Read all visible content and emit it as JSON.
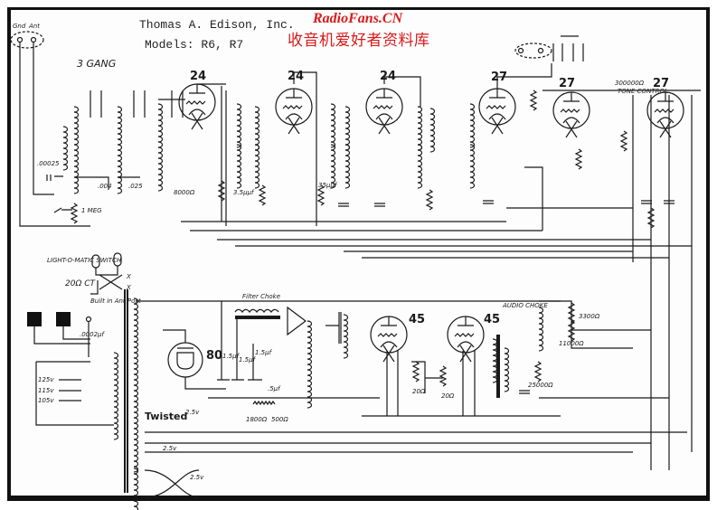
{
  "header": {
    "manufacturer": "Thomas A. Edison, Inc.",
    "models": "Models: R6, R7"
  },
  "watermark": {
    "site": "RadioFans.CN",
    "subtitle": "收音机爱好者资料库",
    "color": "#d81a1a"
  },
  "terminals": {
    "gnd": "Gnd",
    "ant": "Ant"
  },
  "labels": {
    "three_gang": "3 GANG",
    "antenna_cap": ".00025",
    "cap_004": ".004",
    "cap_025": ".025",
    "res_8000": "8000Ω",
    "res_1meg": "1 MEG",
    "cap_3_5": "3.5μμf",
    "cap_35": "35μμf",
    "lightomatic_switch": "LIGHT-O-MATIC SWITCH",
    "res_20ct": "20Ω CT",
    "built_in_ant": "Built in Ant Post",
    "cap_0002": ".0002μf",
    "tap_125": "125v",
    "tap_115": "115v",
    "tap_105": "105v",
    "twisted": "Twisted",
    "v25a": "2.5v",
    "v25b": "2.5v",
    "v25c": "2.5v",
    "x1": "X",
    "x2": "X",
    "filter_choke": "Filter Choke",
    "cap_15a": "1.5μf",
    "cap_15b": "1.5μf",
    "cap_15c": "1.5μf",
    "cap_5": ".5μf",
    "res_1800": "1800Ω",
    "res_500": "500Ω",
    "res_20a": "20Ω",
    "res_20b": "20Ω",
    "audio_choke": "AUDIO CHOKE",
    "res_11000": "11000Ω",
    "res_3300": "3300Ω",
    "res_25000": "25000Ω",
    "res_300000": "300000Ω",
    "tone_control": "TONE CONTROL"
  },
  "tubes": [
    {
      "id": "v1",
      "type": "24"
    },
    {
      "id": "v2",
      "type": "24"
    },
    {
      "id": "v3",
      "type": "24"
    },
    {
      "id": "v4",
      "type": "27"
    },
    {
      "id": "v5",
      "type": "27"
    },
    {
      "id": "v6",
      "type": "27"
    },
    {
      "id": "v7",
      "type": "45"
    },
    {
      "id": "v8",
      "type": "45"
    },
    {
      "id": "v9",
      "type": "80"
    }
  ]
}
